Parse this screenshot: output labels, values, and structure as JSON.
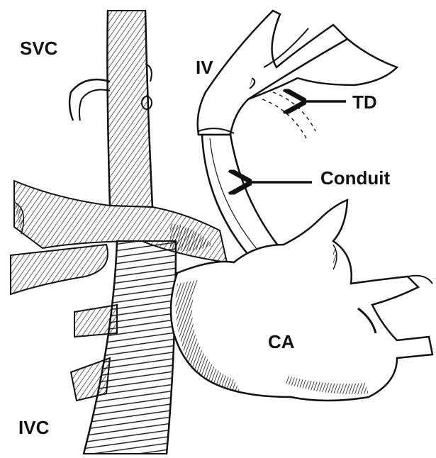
{
  "labels": {
    "svc": "SVC",
    "iv": "IV",
    "td": "TD",
    "conduit": "Conduit",
    "ca": "CA",
    "ivc": "IVC"
  },
  "colors": {
    "ink": "#111111",
    "paper": "#ffffff"
  }
}
